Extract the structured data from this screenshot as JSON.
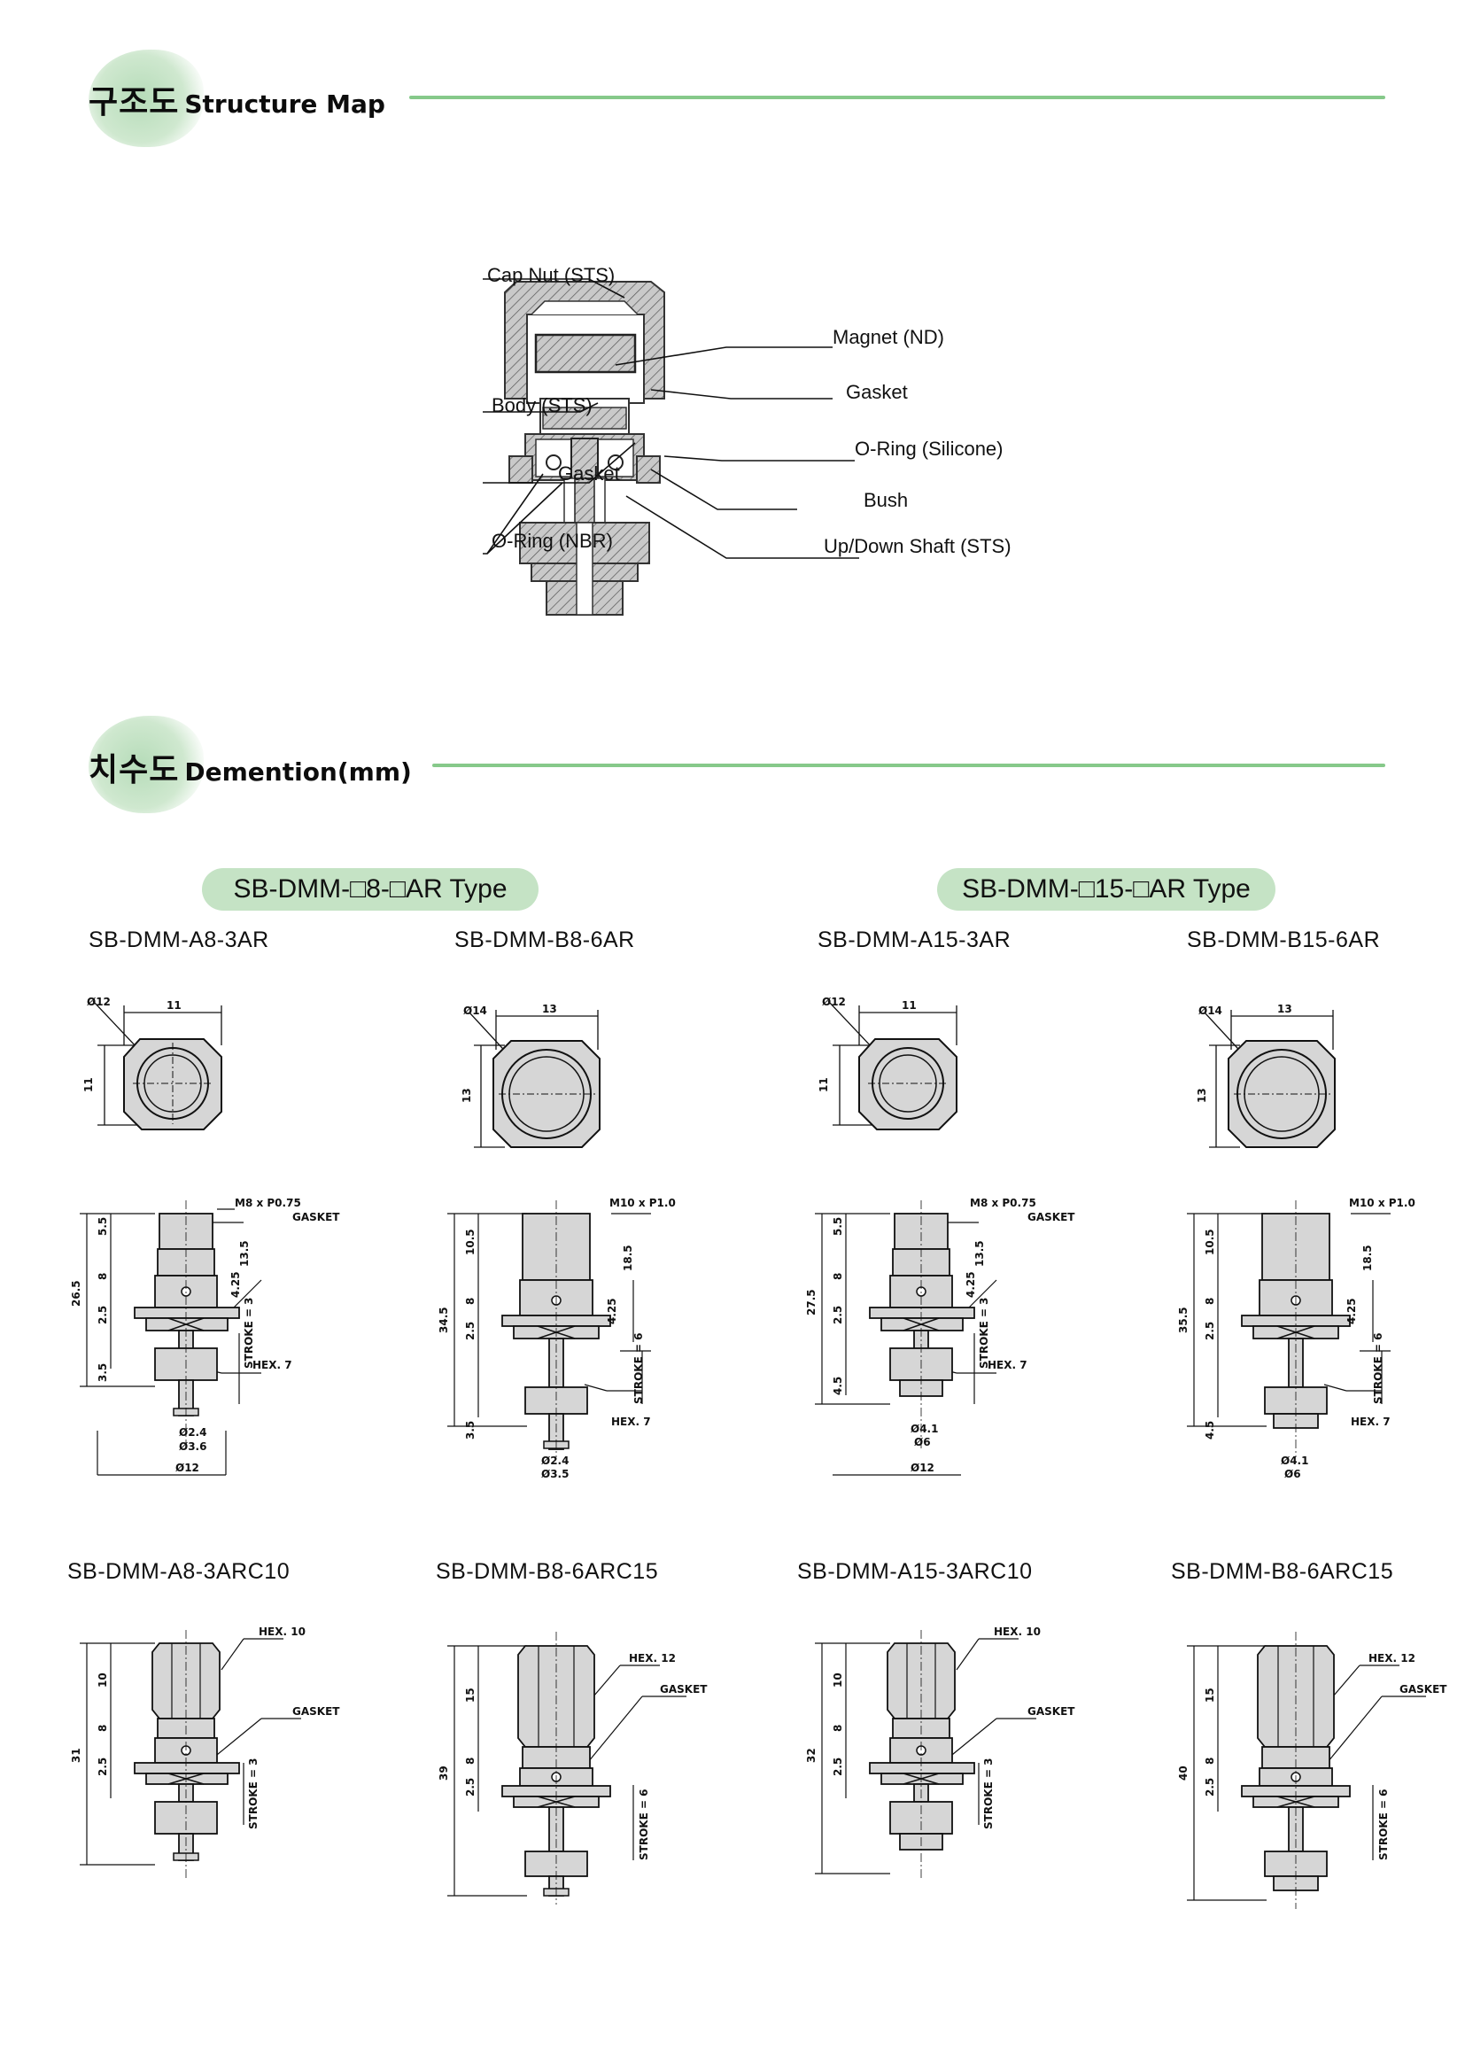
{
  "sections": {
    "structure": {
      "kr": "구조도",
      "en": "Structure Map"
    },
    "dimension": {
      "kr": "치수도",
      "en": "Demention(mm)"
    }
  },
  "callouts": {
    "cap_nut": "Cap Nut (STS)",
    "magnet": "Magnet (ND)",
    "gasket_right": "Gasket",
    "body": "Body (STS)",
    "oring_silicone": "O-Ring (Silicone)",
    "gasket_left": "Gasket",
    "bush": "Bush",
    "oring_nbr": "O-Ring (NBR)",
    "shaft": "Up/Down Shaft (STS)"
  },
  "type_pills": {
    "left": "SB-DMM-□8-□AR Type",
    "right": "SB-DMM-□15-□AR Type"
  },
  "models_row1": [
    "SB-DMM-A8-3AR",
    "SB-DMM-B8-6AR",
    "SB-DMM-A15-3AR",
    "SB-DMM-B15-6AR"
  ],
  "models_row2": [
    "SB-DMM-A8-3ARC10",
    "SB-DMM-B8-6ARC15",
    "SB-DMM-A15-3ARC10",
    "SB-DMM-B8-6ARC15"
  ],
  "colors": {
    "accent_green": "#86c98a",
    "pill_green": "#c5e3c5",
    "part_gray": "#d6d6d6"
  }
}
